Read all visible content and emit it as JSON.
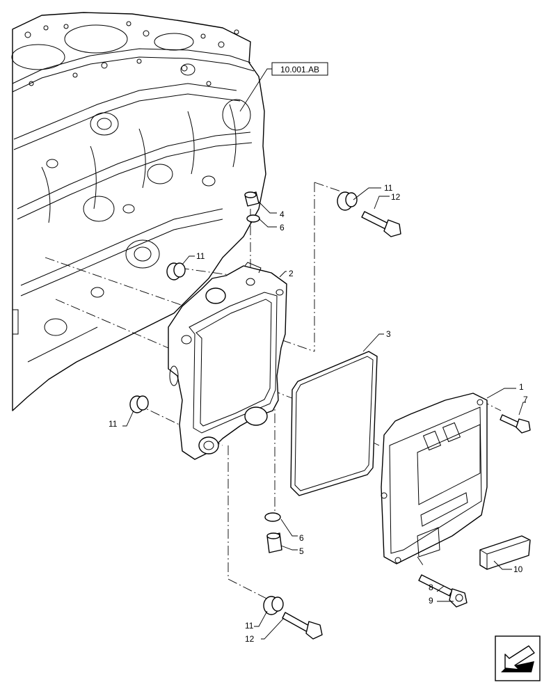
{
  "reference_box": {
    "text": "10.001.AB"
  },
  "callouts": [
    {
      "id": "c1",
      "text": "1"
    },
    {
      "id": "c2",
      "text": "2"
    },
    {
      "id": "c3",
      "text": "3"
    },
    {
      "id": "c4",
      "text": "4"
    },
    {
      "id": "c5",
      "text": "5"
    },
    {
      "id": "c6a",
      "text": "6"
    },
    {
      "id": "c6b",
      "text": "6"
    },
    {
      "id": "c7",
      "text": "7"
    },
    {
      "id": "c8",
      "text": "8"
    },
    {
      "id": "c9",
      "text": "9"
    },
    {
      "id": "c10",
      "text": "10"
    },
    {
      "id": "c11a",
      "text": "11"
    },
    {
      "id": "c11b",
      "text": "11"
    },
    {
      "id": "c11c",
      "text": "11"
    },
    {
      "id": "c11d",
      "text": "11"
    },
    {
      "id": "c12a",
      "text": "12"
    },
    {
      "id": "c12b",
      "text": "12"
    }
  ],
  "nav_icon": {
    "name": "arrow-icon"
  }
}
